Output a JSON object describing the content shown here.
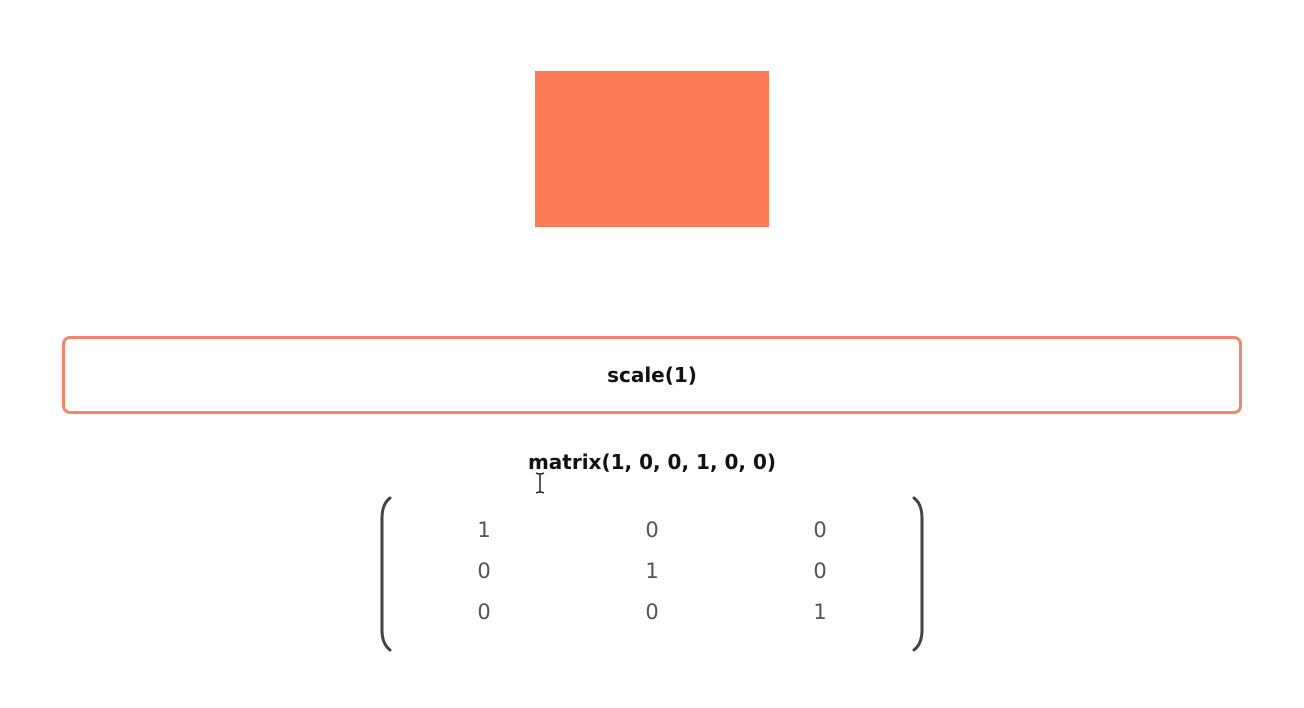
{
  "colors": {
    "box_fill": "#ff7a56",
    "input_border": "#f0866a",
    "bracket": "#444444"
  },
  "transform_input": {
    "value": "scale(1)"
  },
  "matrix_label": "matrix(1, 0, 0, 1, 0, 0)",
  "matrix": {
    "rows": [
      [
        "1",
        "0",
        "0"
      ],
      [
        "0",
        "1",
        "0"
      ],
      [
        "0",
        "0",
        "1"
      ]
    ]
  },
  "icons": {
    "cursor": "text-cursor-icon"
  }
}
